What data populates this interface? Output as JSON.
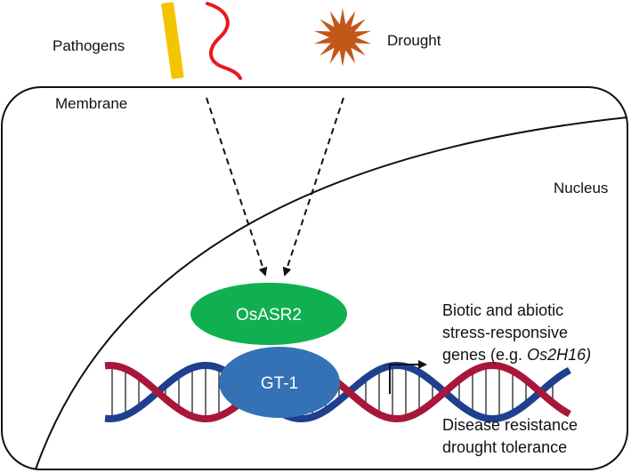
{
  "labels": {
    "pathogens": "Pathogens",
    "drought": "Drought",
    "membrane": "Membrane",
    "nucleus": "Nucleus"
  },
  "nodes": {
    "osasr2": "OsASR2",
    "gt1": "GT-1"
  },
  "genes": {
    "line1": "Biotic and abiotic",
    "line2": "stress-responsive",
    "line3_prefix": "genes (e.g. ",
    "line3_gene": "Os2H16)"
  },
  "outcome": {
    "line1": "Disease resistance",
    "line2": "drought tolerance"
  },
  "colors": {
    "pathogen_rod": "#f5c400",
    "pathogen_wave": "#e8191c",
    "drought_star": "#c2571a",
    "osasr2": "#10b050",
    "gt1": "#3472b5",
    "dna_red": "#a8163a",
    "dna_blue": "#1f3f8f"
  }
}
